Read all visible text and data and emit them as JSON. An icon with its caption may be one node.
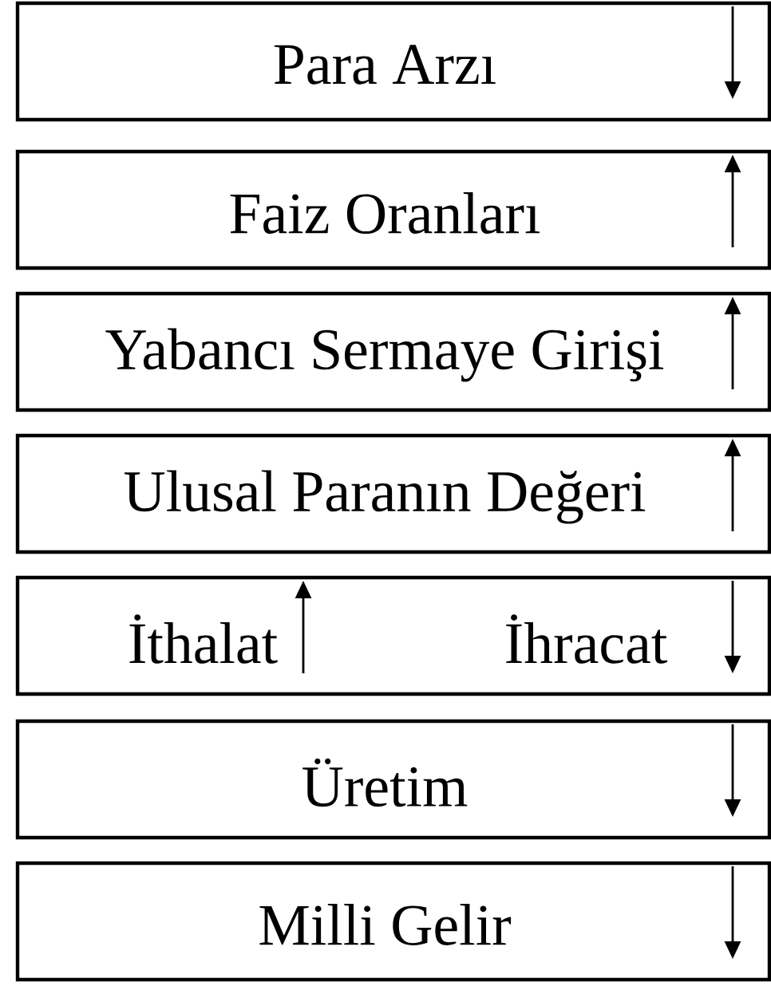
{
  "diagram": {
    "nodes": [
      {
        "text": [
          "Para Arzı"
        ]
      },
      {
        "text": [
          "Faiz Oranları"
        ]
      },
      {
        "text": [
          "Yabancı Sermaye Girişi"
        ]
      },
      {
        "text": [
          "Ulusal Paranın Değeri"
        ]
      },
      {
        "text": [
          "İthalat",
          "İhracat"
        ]
      },
      {
        "text": [
          "Üretim"
        ]
      },
      {
        "text": [
          "Milli Gelir"
        ]
      }
    ]
  }
}
